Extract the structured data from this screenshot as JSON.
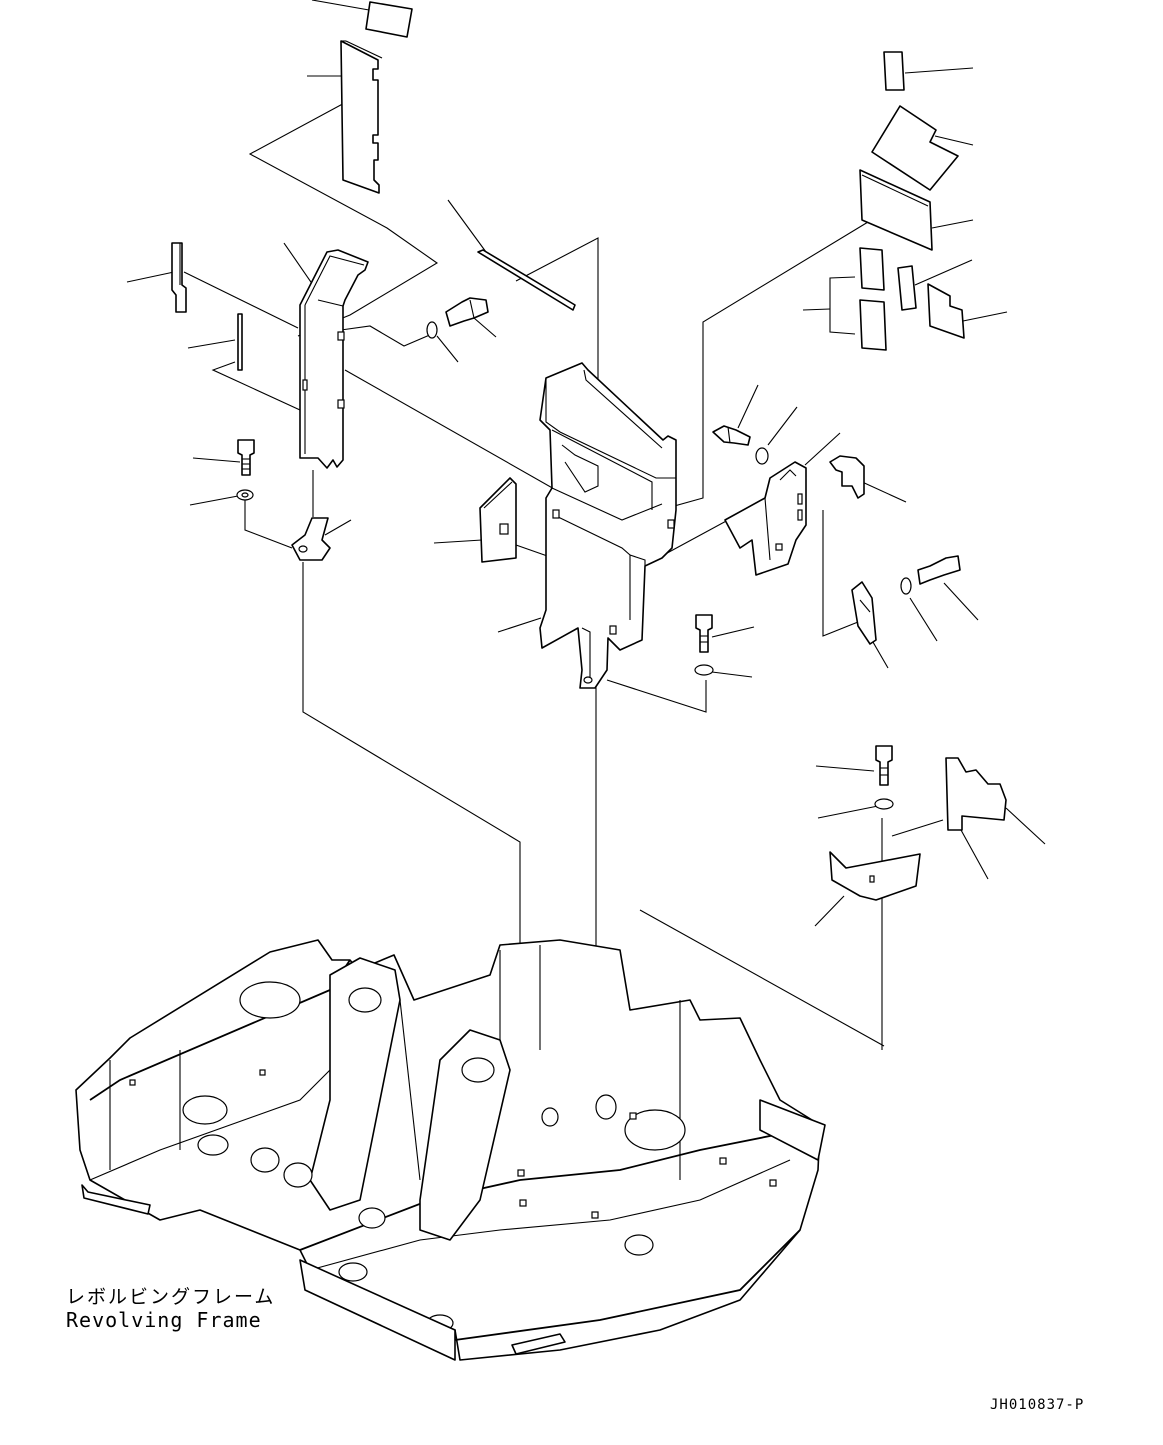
{
  "diagram": {
    "frame_label_jp": "レボルビングフレーム",
    "frame_label_en": "Revolving Frame",
    "drawing_code": "JH010837-P"
  }
}
